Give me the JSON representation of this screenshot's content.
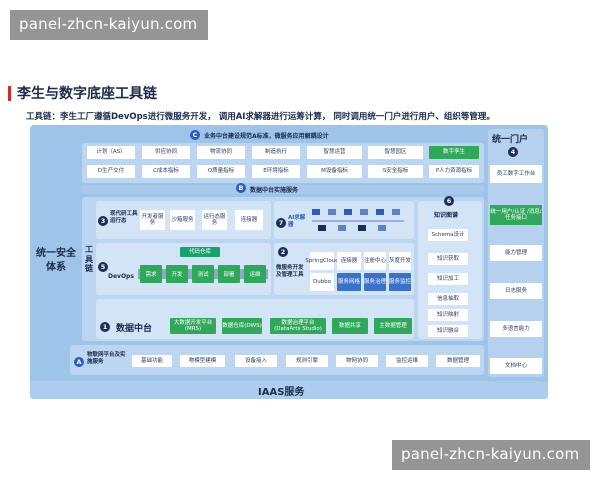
{
  "watermark": {
    "top": "panel-zhcn-kaiyun.com",
    "bottom": "panel-zhcn-kaiyun.com"
  },
  "title": "李生与数字底座工具链",
  "subtitle": "工具链：李生工厂遵循DevOps进行微服务开发，  调用AI求解器进行运筹计算，  同时调用统一门户进行用户、组织等管理。",
  "colors": {
    "accent_red": "#d22a2a",
    "diagram_bg": "#9ec4ea",
    "badge_blue": "#2b5cbf",
    "green": "#2fa85c"
  },
  "diagram": {
    "top_label": {
      "badge": "C",
      "text": "业务中台建设规范A标准，微服务应用解耦设计"
    },
    "row1": [
      "计划（AS）",
      "供应协同",
      "物流协同",
      "制造执行",
      "智慧运营",
      "智慧园区",
      "数字孪生"
    ],
    "row2": [
      "D生产交付",
      "C成本指标",
      "Q质量指标",
      "E环境指标",
      "M设备指标",
      "S安全指标",
      "P人力资源指标"
    ],
    "banner_b": {
      "badge": "B",
      "text": "数据中台实施服务"
    },
    "left_side": "统一安全体系",
    "right_portal": {
      "title": "统一门户",
      "badge": "4",
      "items": [
        "员工数字工作台",
        "统一用户/认证 /消息/任务接口",
        "能力管理",
        "日志服务",
        "多语言能力",
        "文档中心"
      ]
    },
    "tools_label": "工具链",
    "box3": {
      "badge": "3",
      "title": "现代研工具运行态",
      "items": [
        "开发者服务",
        "沙箱服务",
        "运行态服务",
        "连接器"
      ]
    },
    "box7": {
      "badge": "7",
      "title": "AI求解器"
    },
    "box5": {
      "badge": "5",
      "title": "DevOps",
      "steps": [
        "需求",
        "开发",
        "测试",
        "部署",
        "运维"
      ],
      "top_label": "代码仓库"
    },
    "box2": {
      "badge": "2",
      "title": "微服务开发及管理工具",
      "items": [
        "SpringCloud",
        "连接器",
        "注册中心",
        "灰度开发",
        "Dubbo",
        "服务网格",
        "服务治理",
        "服务监控"
      ]
    },
    "box6": {
      "badge": "6",
      "title": "知识图谱",
      "items": [
        "Schema设计",
        "知识获取",
        "知识加工",
        "信息抽取",
        "知识映射",
        "知识融合"
      ]
    },
    "box1": {
      "badge": "1",
      "title": "数据中台",
      "items": [
        "大数据开发平台(MRS)",
        "数据仓库(DWS)",
        "数据治理平台(DataArts Studio)",
        "数据共享",
        "主数据管理"
      ]
    },
    "bottom_a": {
      "badge": "A",
      "title": "物联网平台及实施服务",
      "items": [
        "基础功能",
        "物模型建模",
        "设备接入",
        "规则引擎",
        "物网协同",
        "监控运维",
        "数据管理"
      ]
    },
    "iaas": "IAAS服务"
  }
}
